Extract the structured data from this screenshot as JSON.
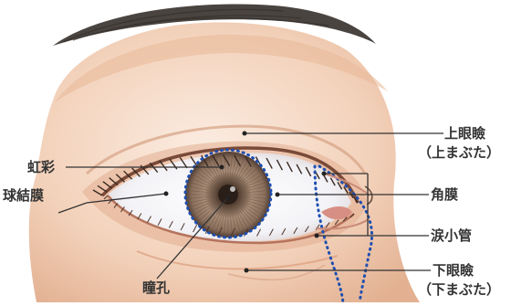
{
  "labels": {
    "upper_eyelid": "上眼瞼",
    "upper_eyelid_note": "（上まぶた）",
    "iris": "虹彩",
    "cornea": "角膜",
    "conjunctiva": "球結膜",
    "lacrimal": "涙小管",
    "pupil": "瞳孔",
    "lower_eyelid": "下眼瞼",
    "lower_eyelid_note": "（下まぶた）"
  },
  "colors": {
    "skin_light": "#fbe9dc",
    "skin_mid": "#f1c9ad",
    "skin_shadow": "#dca383",
    "brow": "#4a4440",
    "lash": "#3a2a22",
    "sclera": "#f7f7fb",
    "iris_outer": "#5e4a3d",
    "iris_mid": "#a08572",
    "pupil": "#2a1e19",
    "dotted": "#1e4fb0",
    "leader": "#333333"
  }
}
